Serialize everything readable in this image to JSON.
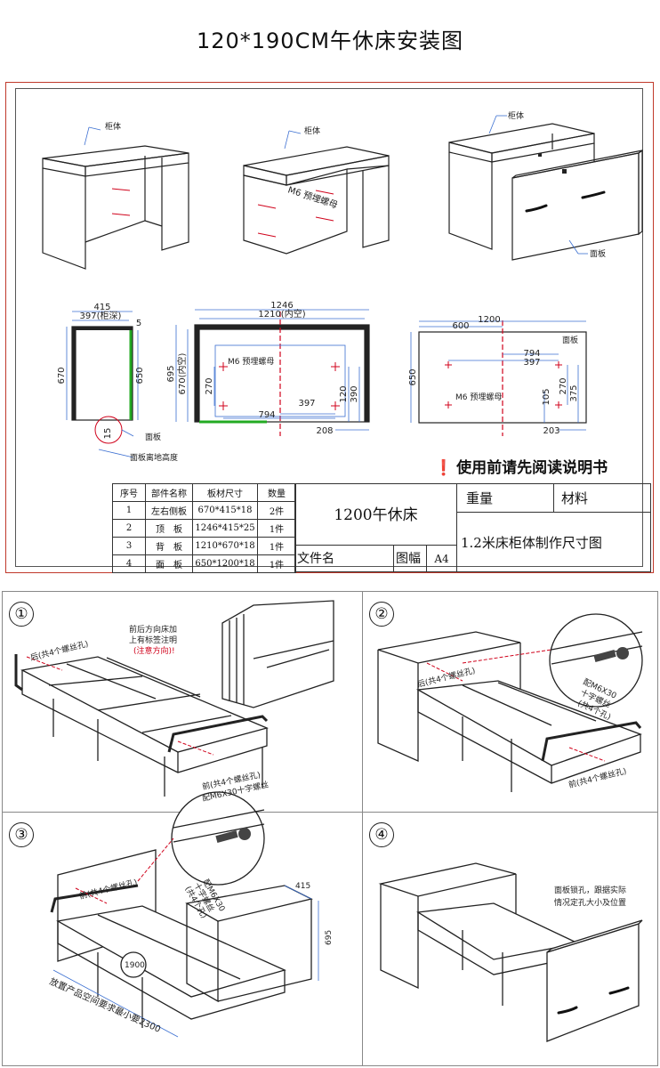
{
  "title": "120*190CM午休床安装图",
  "drawing": {
    "labels": {
      "cabinet": "柜体",
      "panel": "面板",
      "m6_nut": "M6 预埋螺母",
      "m6_nut_plan": "M6 预埋螺母",
      "panel_ground": "面板离地高度"
    },
    "side_view": {
      "w415": "415",
      "w397": "397(柜深)",
      "t5": "5",
      "h670": "670",
      "h650": "650",
      "g15": "15"
    },
    "back_view": {
      "w1246": "1246",
      "w1210": "1210(内空)",
      "h695": "695",
      "h670in": "670(内空)",
      "d270": "270",
      "d397": "397",
      "d794": "794",
      "d120": "120",
      "d390": "390",
      "d208": "208"
    },
    "panel_view": {
      "w1200": "1200",
      "w600": "600",
      "d794": "794",
      "d397": "397",
      "h650": "650",
      "d105": "105",
      "d270": "270",
      "d375": "375",
      "d203": "203"
    },
    "notice": "使用前请先阅读说明书"
  },
  "parts_table": {
    "headers": [
      "序号",
      "部件名称",
      "板材尺寸",
      "数量"
    ],
    "rows": [
      [
        "1",
        "左右侧板",
        "670*415*18",
        "2件"
      ],
      [
        "2",
        "顶　板",
        "1246*415*25",
        "1件"
      ],
      [
        "3",
        "背　板",
        "1210*670*18",
        "1件"
      ],
      [
        "4",
        "面　板",
        "650*1200*18",
        "1件"
      ]
    ]
  },
  "title_block": {
    "product": "1200午休床",
    "weight": "重量",
    "material": "材料",
    "file_name": "文件名",
    "sheet_size_label": "图幅",
    "sheet_size": "A4",
    "desc": "1.2米床柜体制作尺寸图"
  },
  "steps": [
    {
      "num": "①",
      "note1": "前后方向床加",
      "note2": "上有标签注明",
      "note3": "(注意方向)!",
      "back_label": "后(共4个螺丝孔)",
      "front_label1": "前(共4个螺丝孔)",
      "front_label2": "配M6X30十字螺丝"
    },
    {
      "num": "②",
      "back_label": "后(共4个螺丝孔)",
      "front_label": "前(共4个螺丝孔)",
      "screw1": "配M6X30",
      "screw2": "十字螺丝",
      "screw3": "(共4个孔)"
    },
    {
      "num": "③",
      "front_label": "前(共4个螺丝孔)",
      "screw1": "配M6X30",
      "screw2": "十字螺丝",
      "screw3": "(共4个孔)",
      "dim415": "415",
      "dim695": "695",
      "dim1900": "1900",
      "space": "放置产品空间要求最小要2300"
    },
    {
      "num": "④",
      "note1": "面板锁孔，跟据实际",
      "note2": "情况定孔大小及位置"
    }
  ],
  "colors": {
    "red": "#d0021b",
    "dim_blue": "#3b6fd1",
    "green": "#22aa22",
    "frame_red": "#c0392b"
  }
}
